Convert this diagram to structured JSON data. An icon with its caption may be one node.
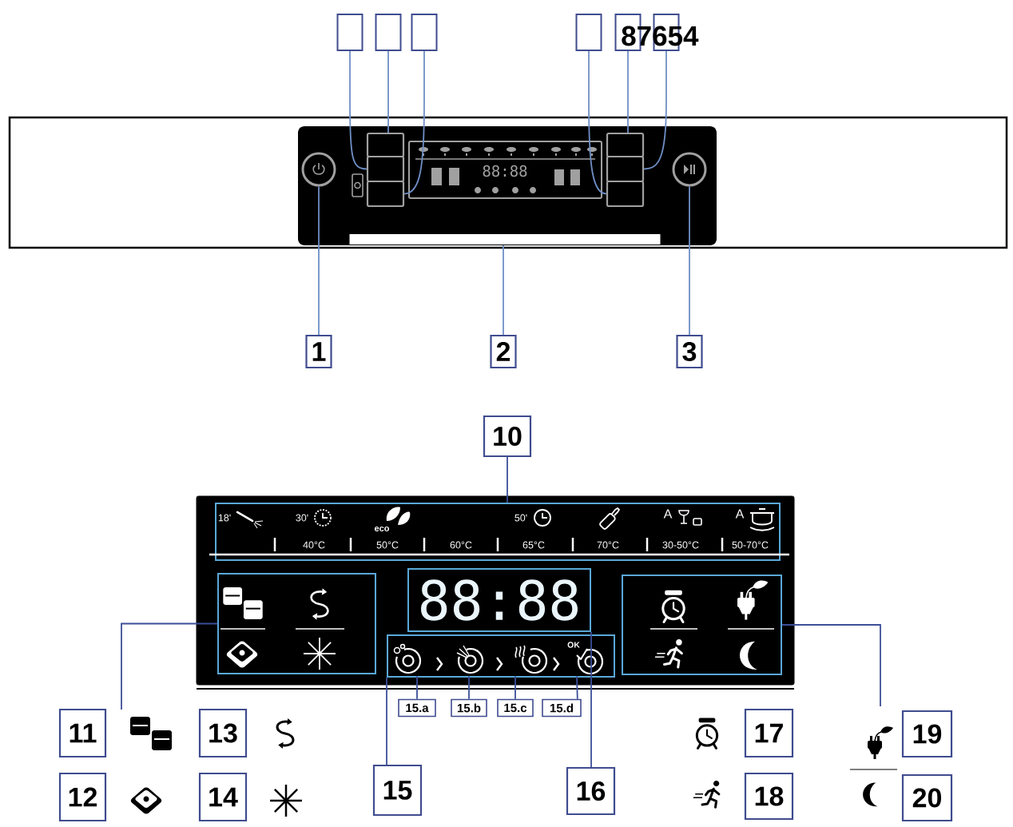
{
  "diagram": {
    "nodes": [
      {
        "text": [],
        "shape": "box"
      },
      {
        "text": [],
        "shape": "box"
      },
      {
        "text": [],
        "shape": "box"
      },
      {
        "text": [],
        "shape": "box"
      },
      {
        "text": [],
        "shape": "box"
      },
      {
        "text": [],
        "shape": "box"
      },
      {
        "text": [],
        "shape": "circle"
      },
      {
        "text": [],
        "shape": "box"
      },
      {
        "text": [],
        "shape": "box"
      },
      {
        "text": [],
        "shape": "box"
      },
      {
        "text": [],
        "shape": "box"
      },
      {
        "text": [],
        "shape": "box"
      },
      {
        "text": [],
        "shape": "box"
      },
      {
        "text": [],
        "shape": "circle"
      },
      {
        "text": [],
        "shape": "bar"
      },
      {
        "text": [
          "1"
        ]
      },
      {
        "text": [
          "2"
        ]
      },
      {
        "text": [
          "3"
        ]
      },
      {
        "text": [
          "10"
        ]
      },
      {
        "text": [
          "18'",
          "30'",
          "eco",
          "50'",
          "A",
          "A",
          "40°C",
          "50°C",
          "60°C",
          "65°C",
          "70°C",
          "30-50°C",
          "50-70°C"
        ]
      },
      {
        "text": [],
        "shape": "box"
      },
      {
        "text": [
          "88:88"
        ]
      },
      {
        "text": [],
        "shape": "box"
      },
      {
        "text": [],
        "shape": "box"
      },
      {
        "text": [],
        "shape": "picture",
        "in": 23
      },
      {
        "text": [],
        "shape": "picture",
        "in": 23
      },
      {
        "text": [],
        "shape": "picture",
        "in": 23
      },
      {
        "text": [
          "OK"
        ],
        "in": 23
      },
      {
        "text": [
          "15.a"
        ]
      },
      {
        "text": [
          "15.b"
        ]
      },
      {
        "text": [
          "15.c"
        ]
      },
      {
        "text": [
          "15.d"
        ]
      },
      {
        "text": [
          "11"
        ]
      },
      {
        "text": [
          "13"
        ]
      },
      {
        "text": [
          "17"
        ]
      },
      {
        "text": [
          "19"
        ]
      },
      {
        "text": [
          "12"
        ]
      },
      {
        "text": [
          "14"
        ]
      },
      {
        "text": [
          "15"
        ]
      },
      {
        "text": [
          "16"
        ]
      },
      {
        "text": [
          "18"
        ]
      },
      {
        "text": [
          "20"
        ]
      }
    ],
    "edges": [
      {
        "from": 0,
        "to": 8,
        "arrow": "none"
      },
      {
        "from": 1,
        "to": 7,
        "arrow": "none"
      },
      {
        "from": 2,
        "to": 9,
        "arrow": "none"
      },
      {
        "from": 3,
        "to": 12,
        "arrow": "none"
      },
      {
        "from": 4,
        "to": 10,
        "arrow": "none"
      },
      {
        "from": 5,
        "to": 11,
        "arrow": "none"
      },
      {
        "from": 15,
        "to": 6,
        "arrow": "none"
      },
      {
        "from": 16,
        "to": 14,
        "arrow": "none"
      },
      {
        "from": 17,
        "to": 13,
        "arrow": "none"
      },
      {
        "from": 18,
        "to": 19,
        "arrow": "none",
        "color": "#3c4f98"
      },
      {
        "from": null,
        "to": 20,
        "arrow": "none",
        "color": "#3c4f98"
      },
      {
        "from": null,
        "to": 22,
        "arrow": "none",
        "color": "#3c4f98"
      },
      {
        "from": 28,
        "to": 24,
        "arrow": "none",
        "color": "#3c4f98"
      },
      {
        "from": 29,
        "to": 25,
        "arrow": "none",
        "color": "#3c4f98"
      },
      {
        "from": 30,
        "to": 26,
        "arrow": "none",
        "color": "#3c4f98"
      },
      {
        "from": 31,
        "to": 27,
        "arrow": "none",
        "color": "#3c4f98"
      },
      {
        "from": 38,
        "to": 23,
        "arrow": "none",
        "color": "#3c4f98"
      },
      {
        "from": 39,
        "to": 21,
        "arrow": "none",
        "color": "#3c4f98"
      }
    ],
    "labels": [
      "87654",
      "88:88"
    ]
  }
}
